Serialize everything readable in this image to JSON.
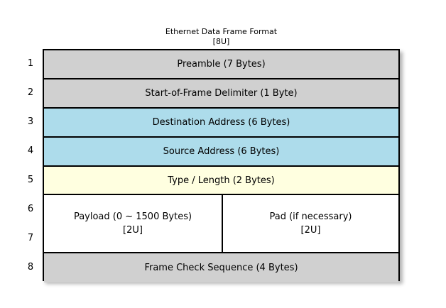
{
  "diagram": {
    "title": "Ethernet Data Frame Format",
    "title_annotation": "[8U]",
    "colors": {
      "gray": "#d0d0d0",
      "blue": "#addceb",
      "yellow": "#ffffe0",
      "white": "#ffffff",
      "border": "#000000",
      "background": "#ffffff"
    },
    "row_indices": [
      "1",
      "2",
      "3",
      "4",
      "5",
      "6",
      "7",
      "8"
    ],
    "rows": [
      {
        "index": "1",
        "label": "Preamble (7 Bytes)",
        "fill": "gray",
        "span": 1
      },
      {
        "index": "2",
        "label": "Start-of-Frame Delimiter (1 Byte)",
        "fill": "gray",
        "span": 1
      },
      {
        "index": "3",
        "label": "Destination Address (6 Bytes)",
        "fill": "blue",
        "span": 1
      },
      {
        "index": "4",
        "label": "Source Address (6 Bytes)",
        "fill": "blue",
        "span": 1
      },
      {
        "index": "5",
        "label": "Type / Length (2 Bytes)",
        "fill": "yellow",
        "span": 1
      },
      {
        "index": "6-7",
        "fill": "white",
        "span": 2,
        "split": true,
        "left": {
          "label": "Payload (0 ~ 1500 Bytes)",
          "annotation": "[2U]"
        },
        "right": {
          "label": "Pad (if necessary)",
          "annotation": "[2U]"
        }
      },
      {
        "index": "8",
        "label": "Frame Check Sequence (4 Bytes)",
        "fill": "gray",
        "span": 1
      }
    ]
  }
}
